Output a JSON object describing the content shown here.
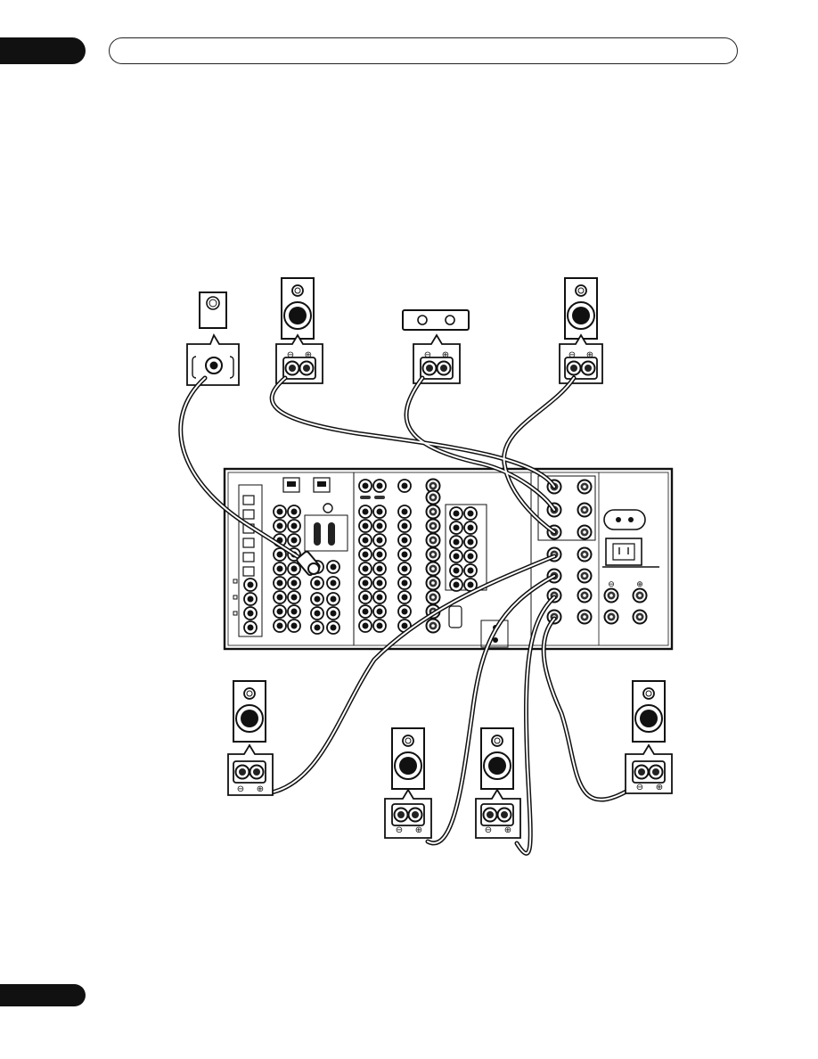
{
  "page": {
    "chapter_tab": "",
    "header_text": "",
    "page_number": ""
  },
  "diagram": {
    "terminal_symbols": {
      "minus": "⊖",
      "plus": "⊕"
    },
    "components": [
      "subwoofer",
      "front-left-speaker",
      "center-speaker",
      "front-right-speaker",
      "av-receiver",
      "surround-left-speaker",
      "surround-back-left-speaker",
      "surround-back-right-speaker",
      "surround-right-speaker"
    ],
    "colors": {
      "line": "#1a1a1a",
      "fill": "#ffffff",
      "accent_jack": "#5a5a8a"
    }
  }
}
